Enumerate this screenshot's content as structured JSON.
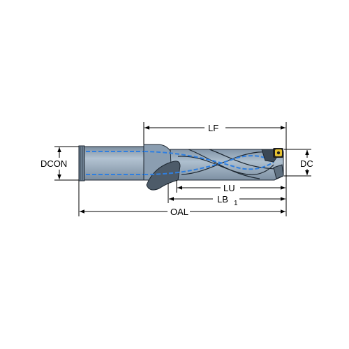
{
  "dimensions": {
    "lf": "LF",
    "dcon": "DCON",
    "dc": "DC",
    "lu": "LU",
    "lb": "LB",
    "lb_subscript": "1",
    "oal": "OAL"
  },
  "colors": {
    "tool_body": "#97a9ba",
    "tool_dark": "#4d5b69",
    "tool_outline": "#1c2630",
    "coolant": "#2f7fe0",
    "insert": "#e6c230",
    "dimension_line": "#000000"
  }
}
